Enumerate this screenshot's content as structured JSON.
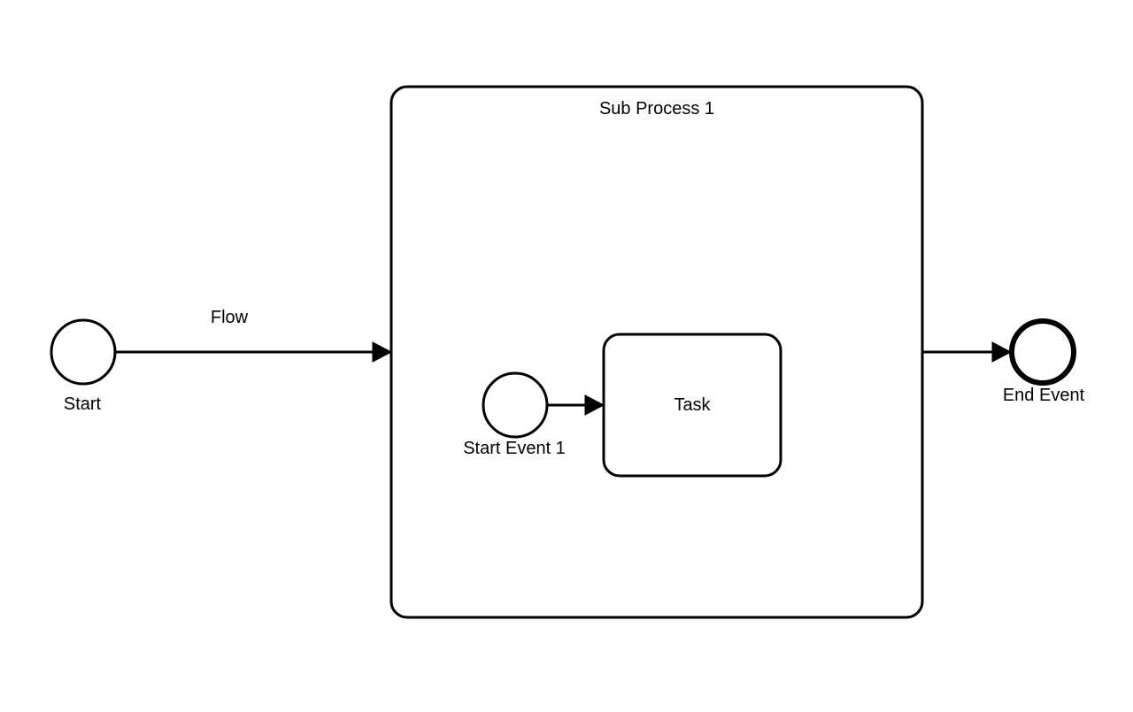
{
  "diagram": {
    "type": "bpmn",
    "nodes": {
      "start": {
        "kind": "start-event",
        "label": "Start"
      },
      "subprocess": {
        "kind": "sub-process",
        "label": "Sub Process 1"
      },
      "inner_start": {
        "kind": "start-event",
        "label": "Start Event 1"
      },
      "task": {
        "kind": "task",
        "label": "Task"
      },
      "end": {
        "kind": "end-event",
        "label": "End Event"
      }
    },
    "edges": {
      "flow": {
        "from": "start",
        "to": "subprocess",
        "label": "Flow"
      },
      "inner_flow": {
        "from": "inner_start",
        "to": "task",
        "label": ""
      },
      "exit_flow": {
        "from": "subprocess",
        "to": "end",
        "label": ""
      }
    },
    "colors": {
      "stroke": "#000000",
      "fill": "#ffffff",
      "background": "#ffffff"
    }
  }
}
